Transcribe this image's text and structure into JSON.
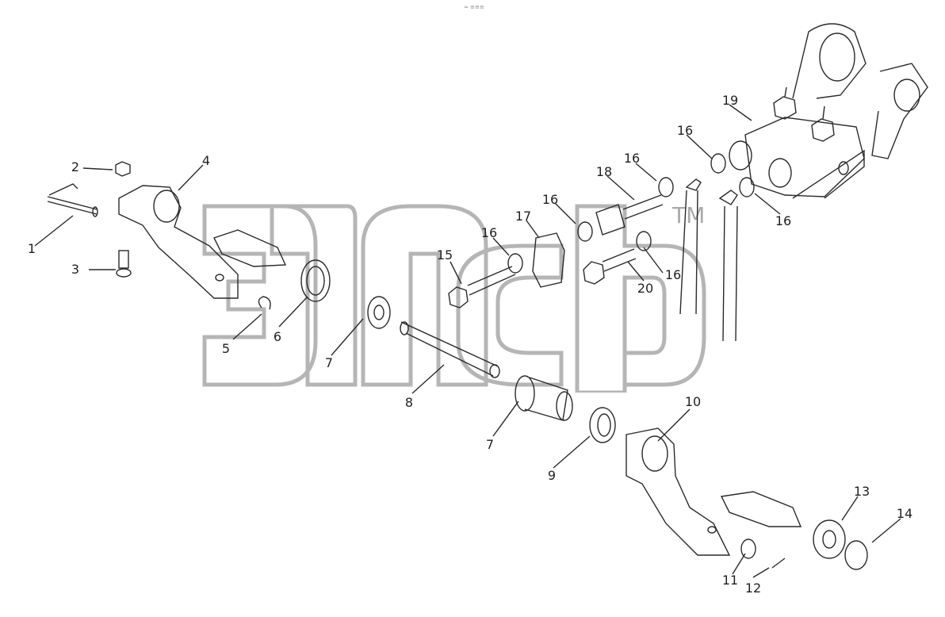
{
  "diagram": {
    "header_mark": "≈ ≡≡≡",
    "watermark": {
      "brand": "эпср",
      "trademark": "TM"
    },
    "part_labels": [
      "1",
      "2",
      "3",
      "4",
      "5",
      "6",
      "7",
      "8",
      "7",
      "9",
      "10",
      "11",
      "12",
      "13",
      "14",
      "15",
      "16",
      "16",
      "16",
      "16",
      "16",
      "16",
      "17",
      "18",
      "19",
      "20"
    ]
  },
  "colors": {
    "line": "#2a2a2a",
    "watermark": "#b5b5b5",
    "background": "#ffffff"
  }
}
